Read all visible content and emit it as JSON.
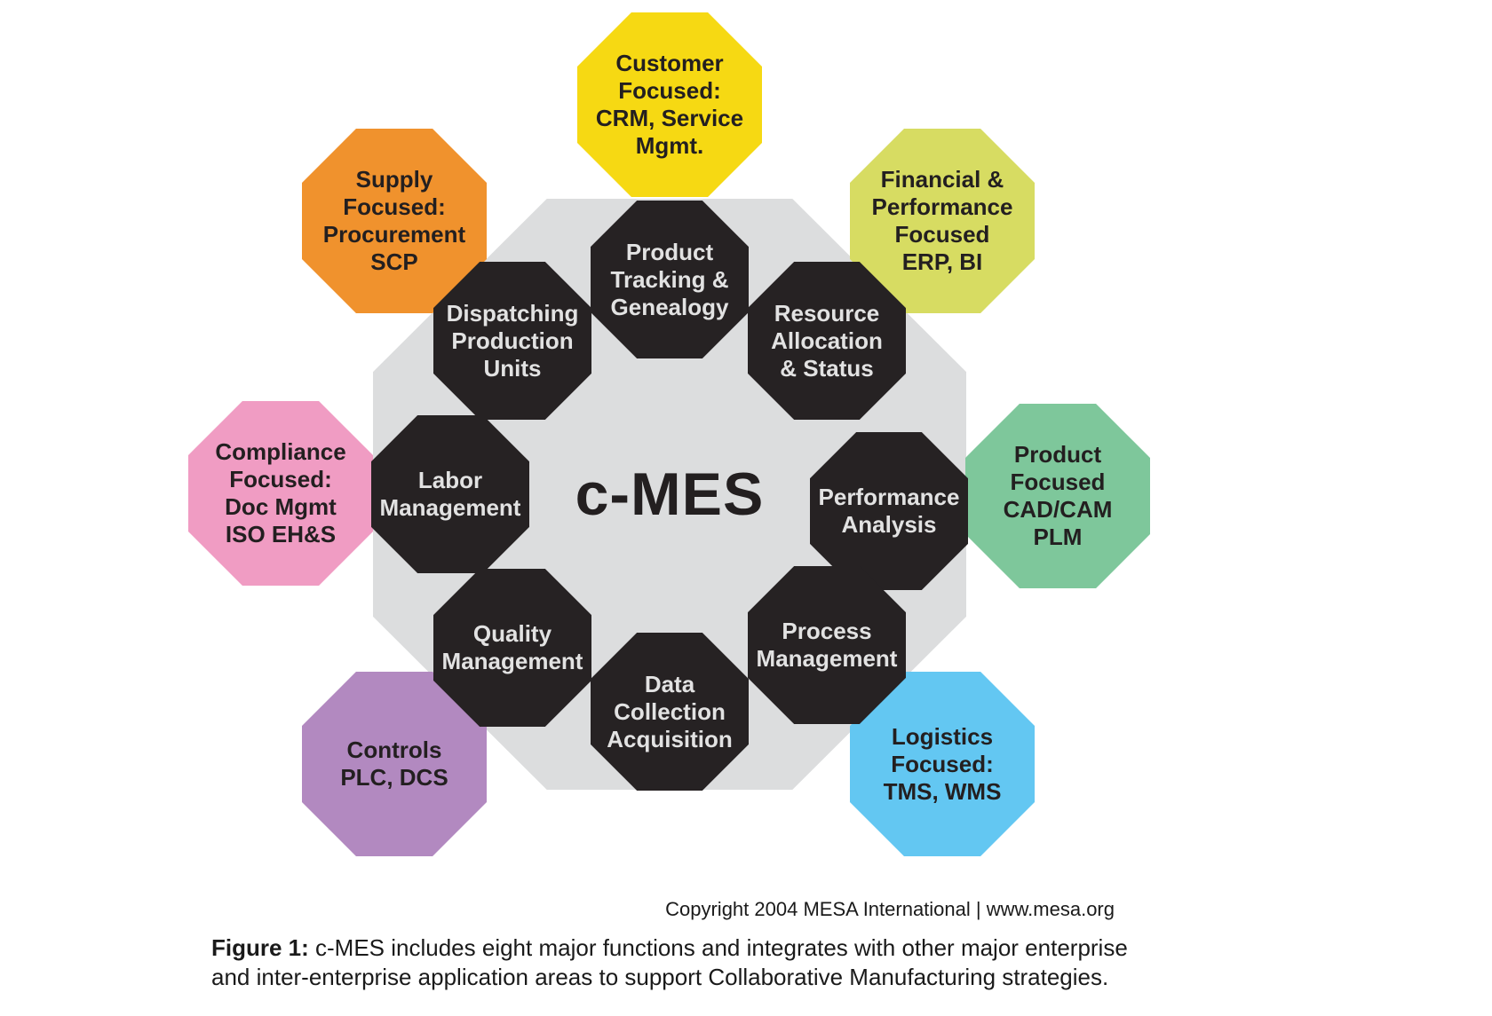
{
  "figure": {
    "center_label": "c-MES",
    "copyright": "Copyright 2004 MESA International | www.mesa.org",
    "caption_prefix": "Figure 1:",
    "caption_text": " c-MES includes eight major functions and integrates with other major enterprise and inter-enterprise application areas to support Collaborative Manufacturing strategies."
  },
  "colors": {
    "core_bg": "#dcddde",
    "function_bg": "#262223",
    "function_text": "#e2e2e2",
    "dark_text": "#231f20"
  },
  "functions": [
    {
      "id": "product-tracking",
      "label": "Product\nTracking &\nGenealogy"
    },
    {
      "id": "resource-allocation",
      "label": "Resource\nAllocation\n& Status"
    },
    {
      "id": "performance-analysis",
      "label": "Performance\nAnalysis"
    },
    {
      "id": "process-management",
      "label": "Process\nManagement"
    },
    {
      "id": "data-collection",
      "label": "Data\nCollection\nAcquisition"
    },
    {
      "id": "quality-management",
      "label": "Quality\nManagement"
    },
    {
      "id": "labor-management",
      "label": "Labor\nManagement"
    },
    {
      "id": "dispatching",
      "label": "Dispatching\nProduction\nUnits"
    }
  ],
  "external_areas": [
    {
      "id": "customer",
      "label": "Customer\nFocused:\nCRM, Service\nMgmt.",
      "color": "#f6d913"
    },
    {
      "id": "supply",
      "label": "Supply\nFocused:\nProcurement\nSCP",
      "color": "#f0922d"
    },
    {
      "id": "financial",
      "label": "Financial &\nPerformance\nFocused\nERP, BI",
      "color": "#d7dc62"
    },
    {
      "id": "compliance",
      "label": "Compliance\nFocused:\nDoc Mgmt\nISO EH&S",
      "color": "#f09cc3"
    },
    {
      "id": "product-focused",
      "label": "Product\nFocused\nCAD/CAM\nPLM",
      "color": "#7ec79b"
    },
    {
      "id": "controls",
      "label": "Controls\nPLC, DCS",
      "color": "#b289c0"
    },
    {
      "id": "logistics",
      "label": "Logistics\nFocused:\nTMS, WMS",
      "color": "#63c7f2"
    }
  ]
}
